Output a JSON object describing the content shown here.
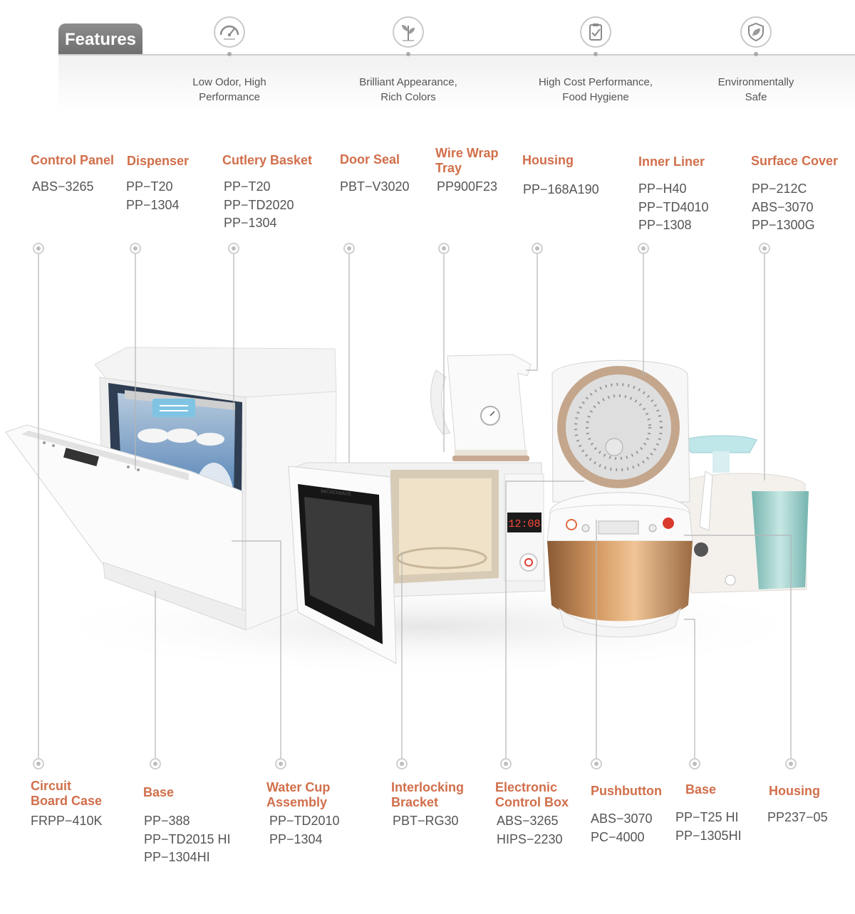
{
  "header": {
    "tab_label": "Features"
  },
  "features": [
    {
      "icon": "gauge-icon",
      "line1": "Low Odor, High",
      "line2": "Performance"
    },
    {
      "icon": "plant-icon",
      "line1": "Brilliant Appearance,",
      "line2": "Rich Colors"
    },
    {
      "icon": "clipboard-icon",
      "line1": "High Cost Performance,",
      "line2": "Food Hygiene"
    },
    {
      "icon": "shield-leaf-icon",
      "line1": "Environmentally",
      "line2": "Safe"
    }
  ],
  "top_labels": [
    {
      "name": "Control Panel",
      "name2": "",
      "codes": [
        "ABS−3265"
      ]
    },
    {
      "name": "Dispenser",
      "name2": "",
      "codes": [
        "PP−T20",
        "PP−1304"
      ]
    },
    {
      "name": "Cutlery Basket",
      "name2": "",
      "codes": [
        "PP−T20",
        "PP−TD2020",
        "PP−1304"
      ]
    },
    {
      "name": "Door Seal",
      "name2": "",
      "codes": [
        "PBT−V3020"
      ]
    },
    {
      "name": "Wire Wrap",
      "name2": "Tray",
      "codes": [
        "PP900F23"
      ]
    },
    {
      "name": "Housing",
      "name2": "",
      "codes": [
        "PP−168A190"
      ]
    },
    {
      "name": "Inner Liner",
      "name2": "",
      "codes": [
        "PP−H40",
        "PP−TD4010",
        "PP−1308"
      ]
    },
    {
      "name": "Surface Cover",
      "name2": "",
      "codes": [
        "PP−212C",
        "ABS−3070",
        "PP−1300G"
      ]
    }
  ],
  "bottom_labels": [
    {
      "name": "Circuit",
      "name2": "Board Case",
      "codes": [
        "FRPP−410K"
      ]
    },
    {
      "name": "Base",
      "name2": "",
      "codes": [
        "PP−388",
        "PP−TD2015 HI",
        "PP−1304HI"
      ]
    },
    {
      "name": "Water Cup",
      "name2": "Assembly",
      "codes": [
        "PP−TD2010",
        "PP−1304"
      ]
    },
    {
      "name": "Interlocking",
      "name2": "Bracket",
      "codes": [
        "PBT−RG30"
      ]
    },
    {
      "name": "Electronic",
      "name2": "Control Box",
      "codes": [
        "ABS−3265",
        "HIPS−2230"
      ]
    },
    {
      "name": "Pushbutton",
      "name2": "",
      "codes": [
        "ABS−3070",
        "PC−4000"
      ]
    },
    {
      "name": "Base",
      "name2": "",
      "codes": [
        "PP−T25 HI",
        "PP−1305HI"
      ]
    },
    {
      "name": "Housing",
      "name2": "",
      "codes": [
        "PP237−05"
      ]
    }
  ],
  "appliance_text": {
    "microwave_brand": "MICROWAVE",
    "microwave_display": "12:08"
  },
  "colors": {
    "label_accent": "#d16f4b",
    "tab_gray": "#7d7d7d",
    "body_text": "#555555"
  }
}
